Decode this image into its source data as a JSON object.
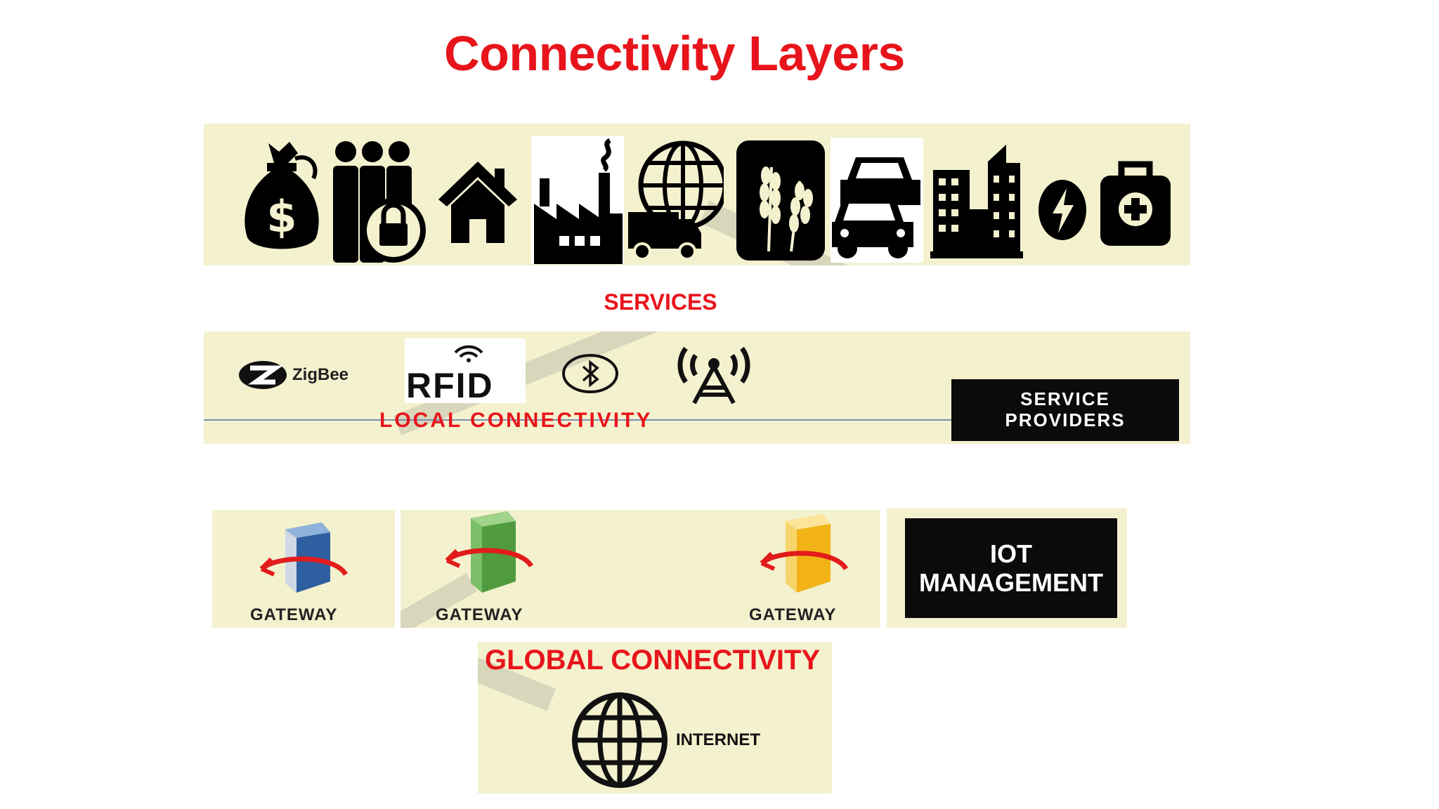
{
  "title": "Connectivity Layers",
  "services": {
    "label": "SERVICES",
    "icons": [
      "money-bag-icon",
      "people-lock-icon",
      "house-icon",
      "factory-icon",
      "truck-globe-icon",
      "wheat-icon",
      "cars-icon",
      "buildings-icon",
      "lightning-icon",
      "medical-kit-icon"
    ]
  },
  "local": {
    "label": "LOCAL CONNECTIVITY",
    "zigbee": "ZigBee",
    "rfid": "RFID",
    "service_providers": "SERVICE PROVIDERS"
  },
  "gateways": {
    "labels": [
      "GATEWAY",
      "GATEWAY",
      "GATEWAY"
    ],
    "iot_management": "IOT MANAGEMENT"
  },
  "global": {
    "label": "GLOBAL CONNECTIVITY",
    "internet": "INTERNET"
  },
  "colors": {
    "accent": "#e8141b",
    "panel": "#f4f1cf",
    "dark": "#0b0b0b"
  }
}
